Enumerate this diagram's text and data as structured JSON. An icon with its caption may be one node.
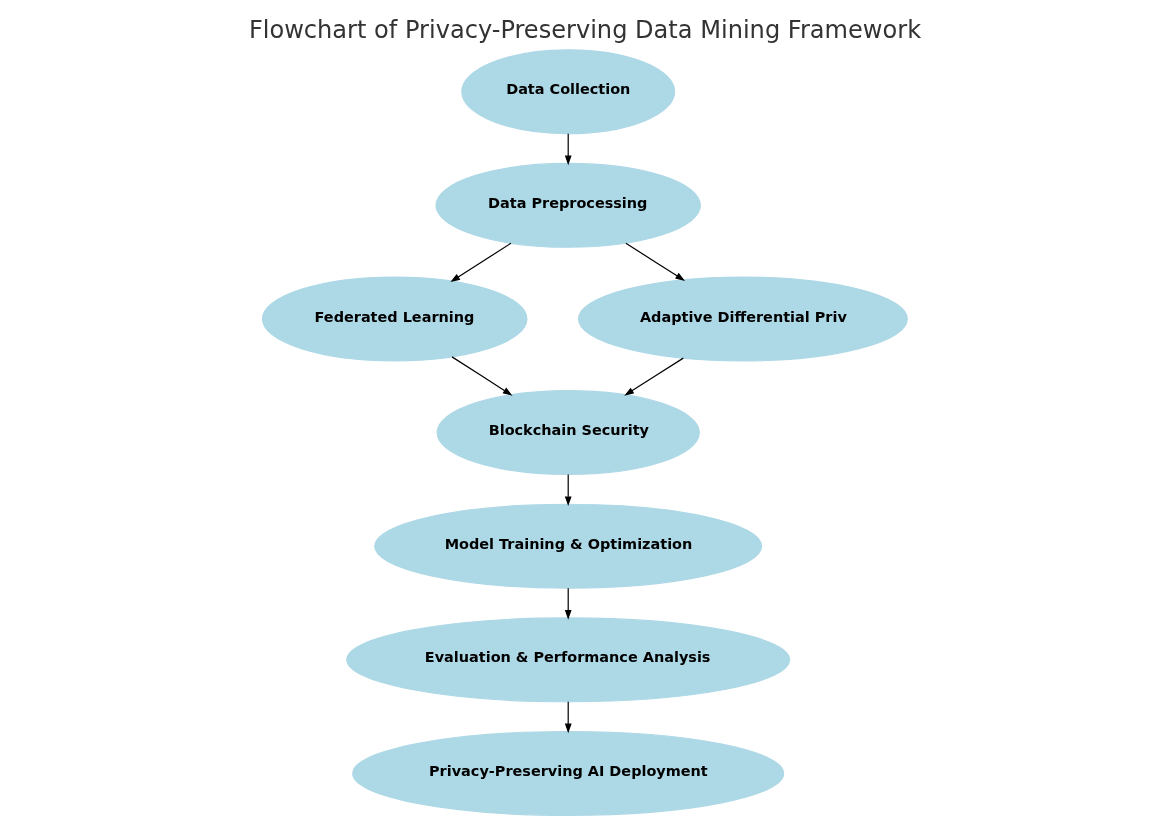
{
  "diagram": {
    "title": "Flowchart of Privacy-Preserving Data Mining Framework",
    "nodes": [
      {
        "text": [
          "Data Collection"
        ]
      },
      {
        "text": [
          "Data Preprocessing"
        ]
      },
      {
        "text": [
          "Federated Learning"
        ]
      },
      {
        "text": [
          "Adaptive Differential Priv"
        ]
      },
      {
        "text": [
          "Blockchain Security"
        ]
      },
      {
        "text": [
          "Model Training & Optimization"
        ]
      },
      {
        "text": [
          "Evaluation & Performance Analysis"
        ]
      },
      {
        "text": [
          "Privacy-Preserving AI Deployment"
        ]
      }
    ],
    "edges": [
      {
        "from": 0,
        "to": 1,
        "arrow": "to"
      },
      {
        "from": 1,
        "to": 2,
        "arrow": "to"
      },
      {
        "from": 1,
        "to": 3,
        "arrow": "to"
      },
      {
        "from": 2,
        "to": 4,
        "arrow": "to"
      },
      {
        "from": 3,
        "to": 4,
        "arrow": "to"
      },
      {
        "from": 4,
        "to": 5,
        "arrow": "to"
      },
      {
        "from": 5,
        "to": 6,
        "arrow": "to"
      },
      {
        "from": 6,
        "to": 7,
        "arrow": "to"
      }
    ]
  }
}
